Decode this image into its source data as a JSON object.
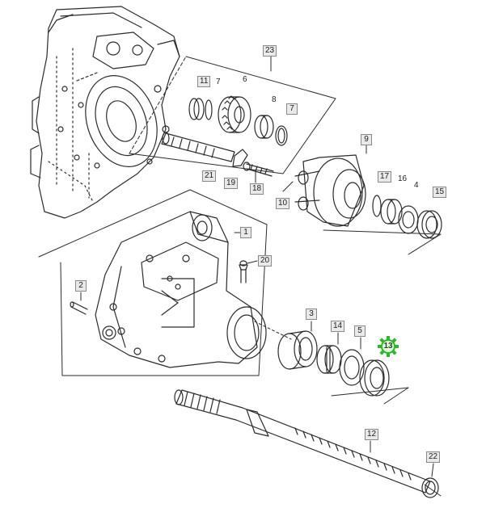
{
  "parts": [
    {
      "id": "p23",
      "number": "23"
    },
    {
      "id": "p11",
      "number": "11"
    },
    {
      "id": "p7a",
      "number": "7"
    },
    {
      "id": "p6",
      "number": "6"
    },
    {
      "id": "p8",
      "number": "8"
    },
    {
      "id": "p7b",
      "number": "7"
    },
    {
      "id": "p9",
      "number": "9"
    },
    {
      "id": "p21",
      "number": "21"
    },
    {
      "id": "p19",
      "number": "19"
    },
    {
      "id": "p18",
      "number": "18"
    },
    {
      "id": "p17",
      "number": "17"
    },
    {
      "id": "p16",
      "number": "16"
    },
    {
      "id": "p4",
      "number": "4"
    },
    {
      "id": "p15",
      "number": "15"
    },
    {
      "id": "p10",
      "number": "10"
    },
    {
      "id": "p1",
      "number": "1"
    },
    {
      "id": "p20",
      "number": "20"
    },
    {
      "id": "p2",
      "number": "2"
    },
    {
      "id": "p3",
      "number": "3"
    },
    {
      "id": "p14",
      "number": "14"
    },
    {
      "id": "p5",
      "number": "5"
    },
    {
      "id": "p13",
      "number": "13"
    },
    {
      "id": "p12",
      "number": "12"
    },
    {
      "id": "p22",
      "number": "22"
    }
  ],
  "highlight": {
    "part": "13",
    "color": "#2fb52a"
  },
  "colors": {
    "line": "#2b2b2b",
    "callout_fill": "#e9e9e9",
    "callout_border": "#8a8a8a"
  }
}
